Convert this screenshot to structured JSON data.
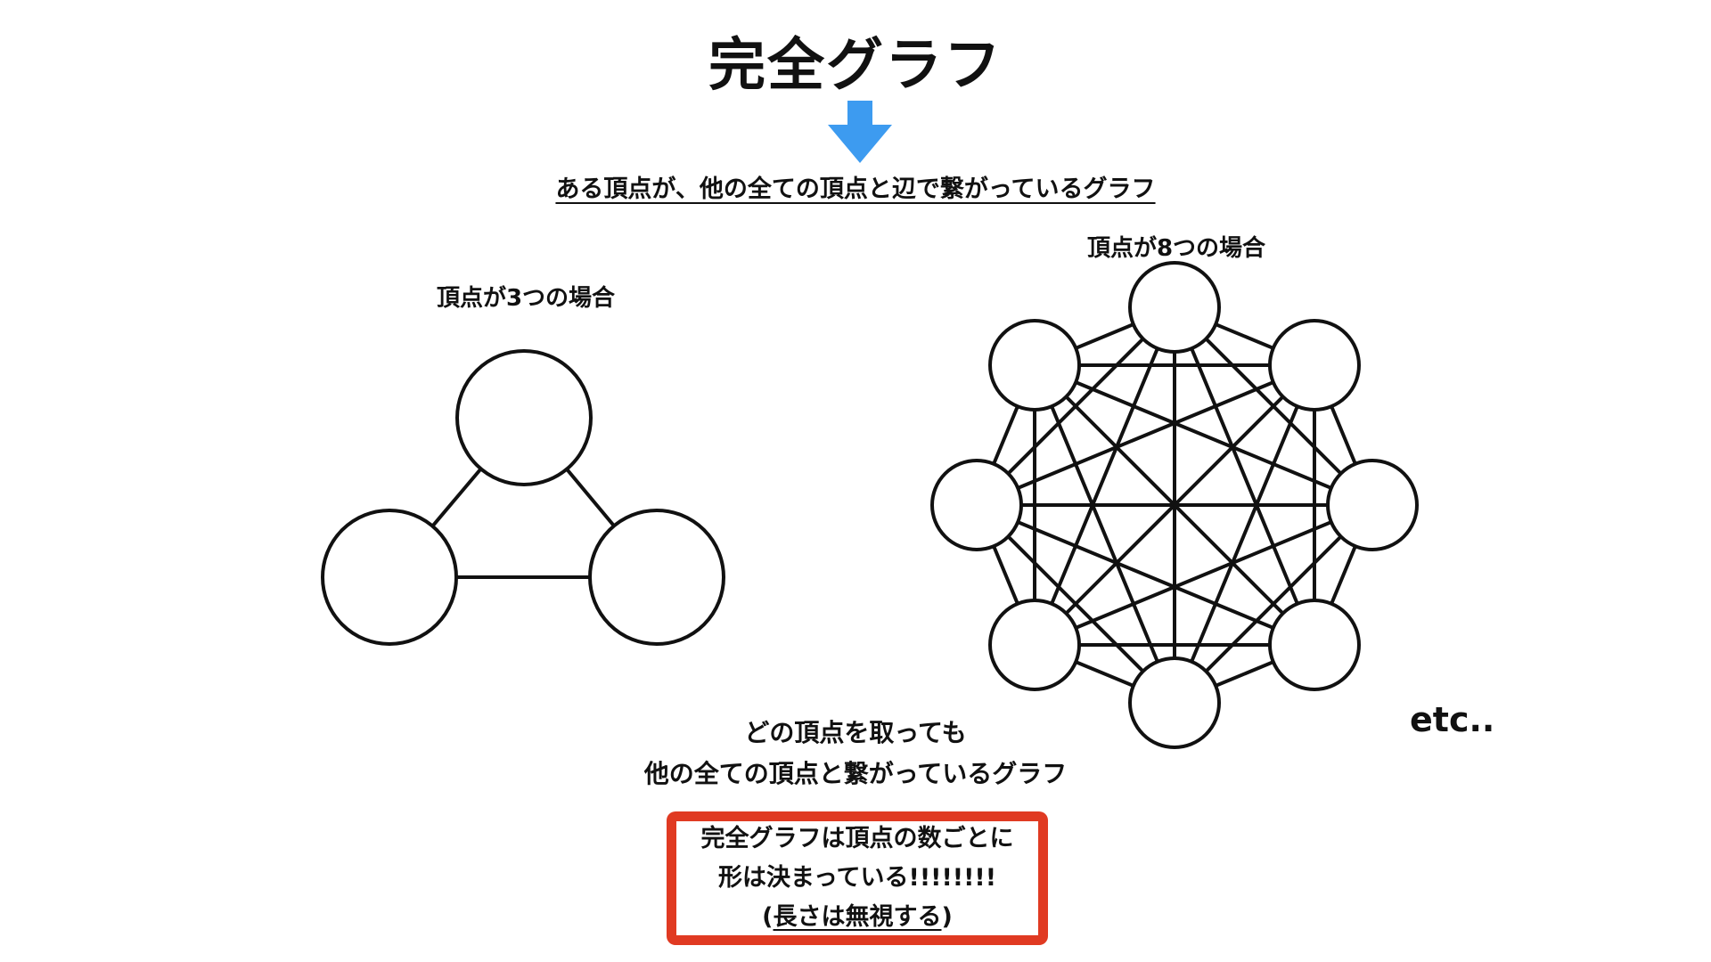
{
  "title": "完全グラフ",
  "definition": "ある頂点が、他の全ての頂点と辺で繋がっているグラフ",
  "examples": {
    "k3_label": "頂点が3つの場合",
    "k8_label": "頂点が8つの場合",
    "etc": "etc.."
  },
  "summary": {
    "line1": "どの頂点を取っても",
    "line2": "他の全ての頂点と繋がっているグラフ"
  },
  "note": {
    "line1": "完全グラフは頂点の数ごとに",
    "line2": "形は決まっている!!!!!!!!",
    "line3_open": "(",
    "line3_underlined": "長さは無視する",
    "line3_close": ")"
  },
  "graphs": {
    "k3": {
      "vertex_count": 3
    },
    "k8": {
      "vertex_count": 8
    }
  },
  "colors": {
    "arrow": "#3d9bf0",
    "note_border": "#e03a22",
    "stroke": "#111111"
  },
  "icons": {
    "arrow": "arrow-down-icon"
  }
}
